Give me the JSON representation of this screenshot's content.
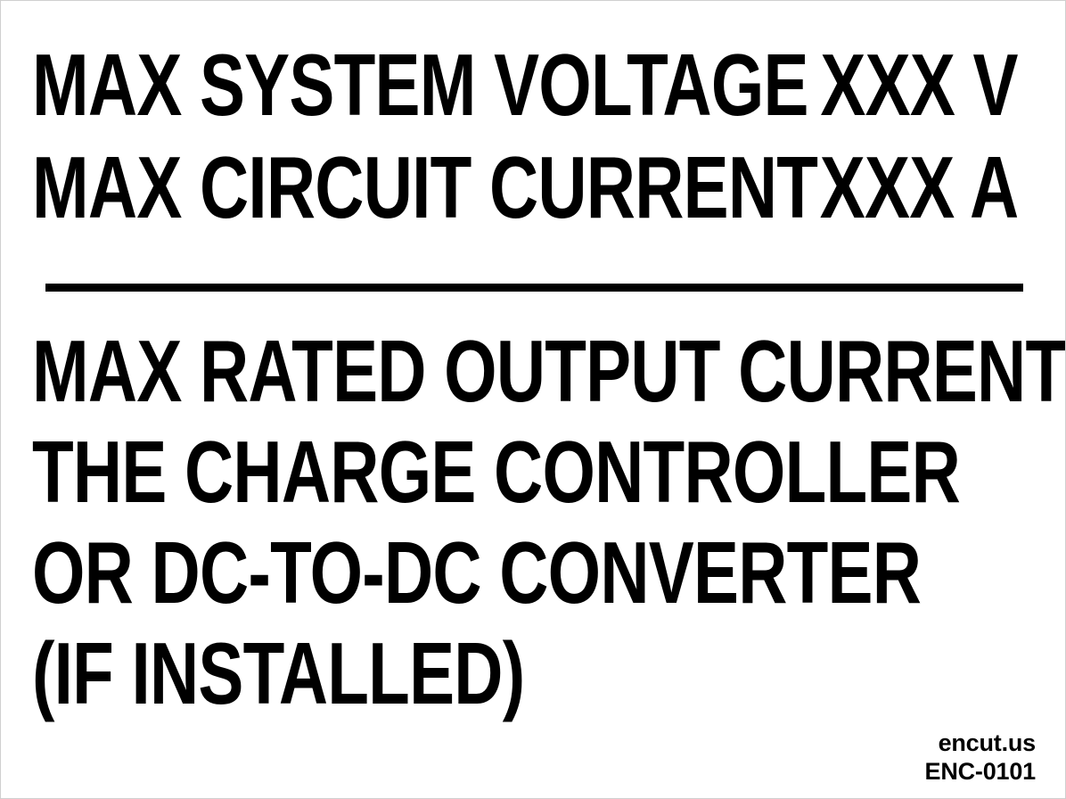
{
  "label": {
    "background_color": "#ffffff",
    "text_color": "#000000",
    "border_color": "#cfcfcf",
    "spec_rows": [
      {
        "label": "MAX SYSTEM VOLTAGE",
        "value": "XXX V"
      },
      {
        "label": "MAX CIRCUIT CURRENT",
        "value": "XXX A"
      }
    ],
    "divider": {
      "name": "horizontal-rule"
    },
    "note_lines": [
      "MAX RATED OUTPUT CURRENT OF",
      "THE CHARGE CONTROLLER",
      "OR DC-TO-DC CONVERTER",
      "(IF INSTALLED)"
    ],
    "footer": {
      "site": "encut.us",
      "part_number": "ENC-0101"
    }
  }
}
